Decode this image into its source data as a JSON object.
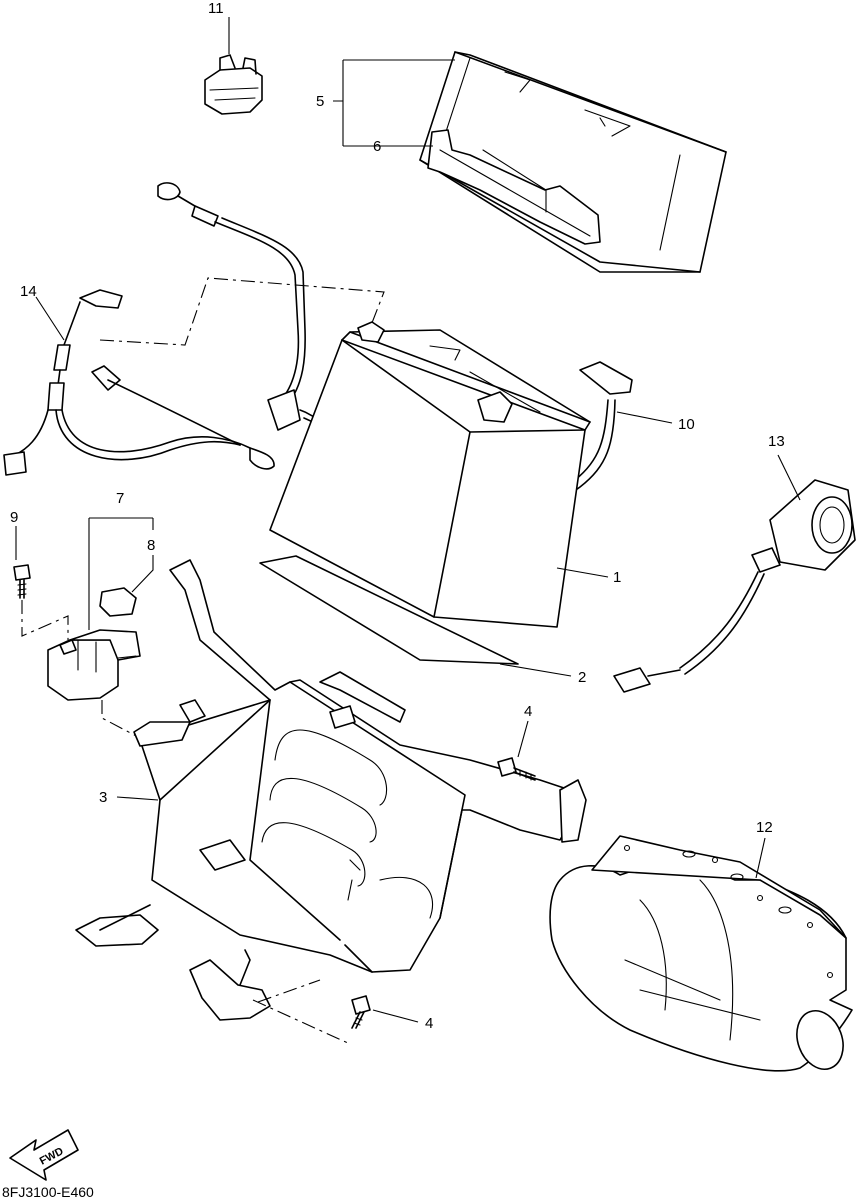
{
  "callouts": {
    "c1": "1",
    "c2": "2",
    "c3": "3",
    "c4a": "4",
    "c4b": "4",
    "c5": "5",
    "c6": "6",
    "c7": "7",
    "c8": "8",
    "c9": "9",
    "c10": "10",
    "c11": "11",
    "c12": "12",
    "c13": "13",
    "c14": "14"
  },
  "fwd_label": "FWD",
  "drawing_code": "8FJ3100-E460"
}
